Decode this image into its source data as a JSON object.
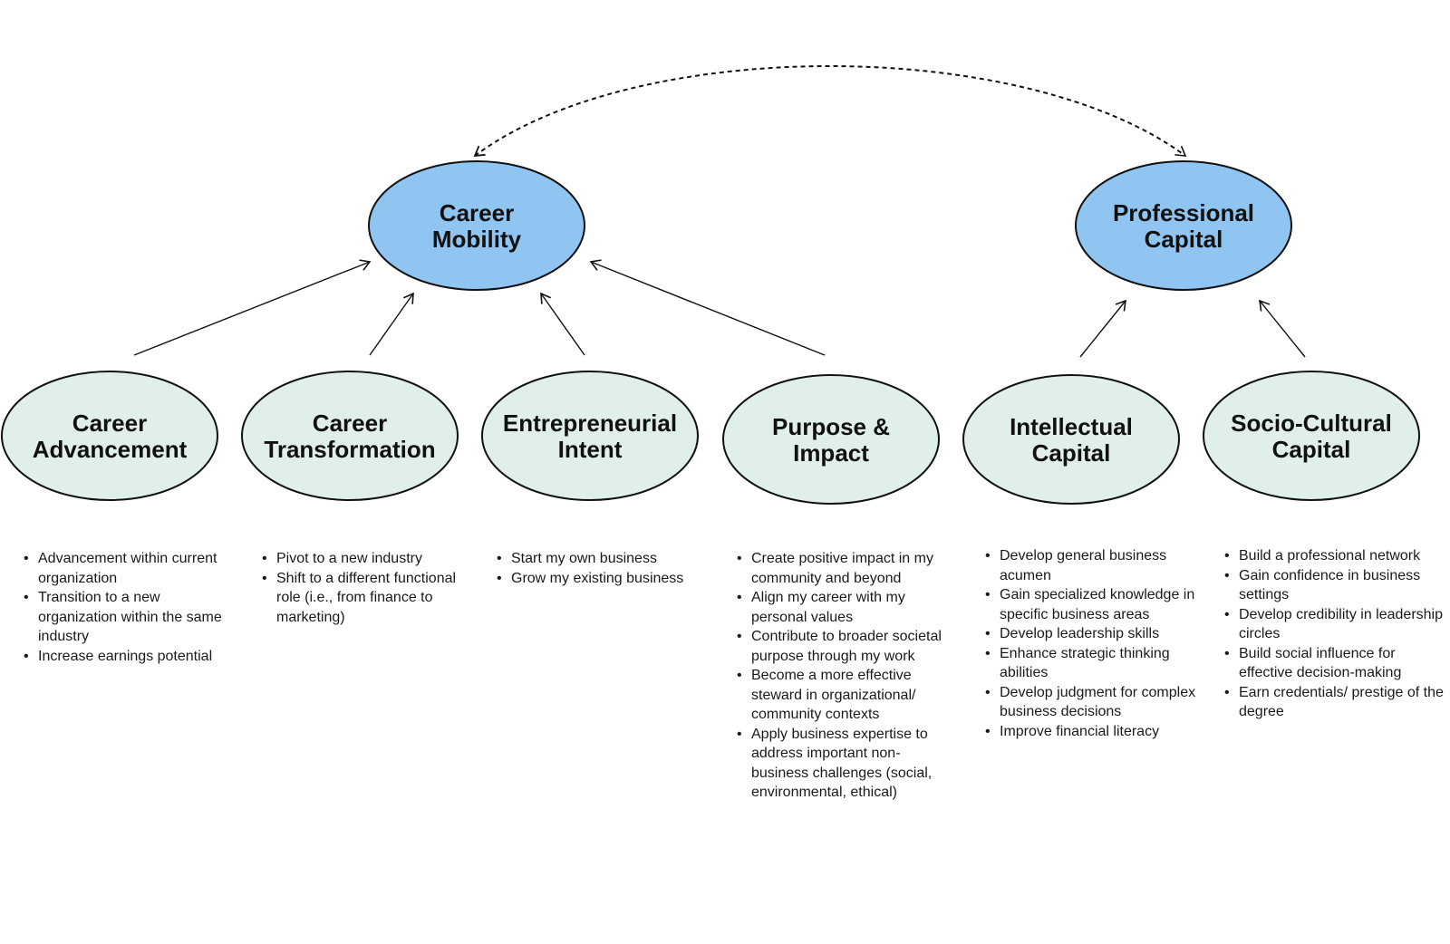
{
  "diagram": {
    "top_nodes": [
      {
        "id": "career-mobility",
        "label_lines": [
          "Career",
          "Mobility"
        ],
        "color": "#90C5F2"
      },
      {
        "id": "professional-capital",
        "label_lines": [
          "Professional",
          "Capital"
        ],
        "color": "#90C5F2"
      }
    ],
    "bottom_nodes": [
      {
        "id": "career-advancement",
        "label_lines": [
          "Career",
          "Advancement"
        ],
        "parent": "career-mobility",
        "color": "#E0EFEB",
        "bullets": [
          "Advancement within current organization",
          "Transition to a new organization within the same industry",
          "Increase earnings potential"
        ]
      },
      {
        "id": "career-transformation",
        "label_lines": [
          "Career",
          "Transformation"
        ],
        "parent": "career-mobility",
        "color": "#E0EFEB",
        "bullets": [
          "Pivot to a new industry",
          "Shift to a different functional role (i.e., from finance to marketing)"
        ]
      },
      {
        "id": "entrepreneurial-intent",
        "label_lines": [
          "Entrepreneurial",
          "Intent"
        ],
        "parent": "career-mobility",
        "color": "#E0EFEB",
        "bullets": [
          "Start my own business",
          "Grow my existing business"
        ]
      },
      {
        "id": "purpose-impact",
        "label_lines": [
          "Purpose &",
          "Impact"
        ],
        "parent": "career-mobility",
        "color": "#E0EFEB",
        "bullets": [
          "Create positive impact in my community and beyond",
          "Align my career with my personal values",
          "Contribute to broader societal purpose through my work",
          "Become a more effective steward in organizational/ community contexts",
          "Apply business expertise to address important non-business challenges (social, environmental, ethical)"
        ]
      },
      {
        "id": "intellectual-capital",
        "label_lines": [
          "Intellectual",
          "Capital"
        ],
        "parent": "professional-capital",
        "color": "#E0EFEB",
        "bullets": [
          "Develop general business acumen",
          "Gain specialized knowledge in specific business areas",
          "Develop leadership skills",
          "Enhance strategic thinking abilities",
          "Develop judgment for complex business decisions",
          "Improve financial literacy"
        ]
      },
      {
        "id": "socio-cultural-capital",
        "label_lines": [
          "Socio-Cultural",
          "Capital"
        ],
        "parent": "professional-capital",
        "color": "#E0EFEB",
        "bullets": [
          "Build a professional network",
          "Gain confidence in business settings",
          "Develop credibility in leadership circles",
          "Build social influence for effective decision-making",
          "Earn credentials/ prestige of the degree"
        ]
      }
    ],
    "links": {
      "top_connection": "bidirectional-dashed"
    }
  }
}
